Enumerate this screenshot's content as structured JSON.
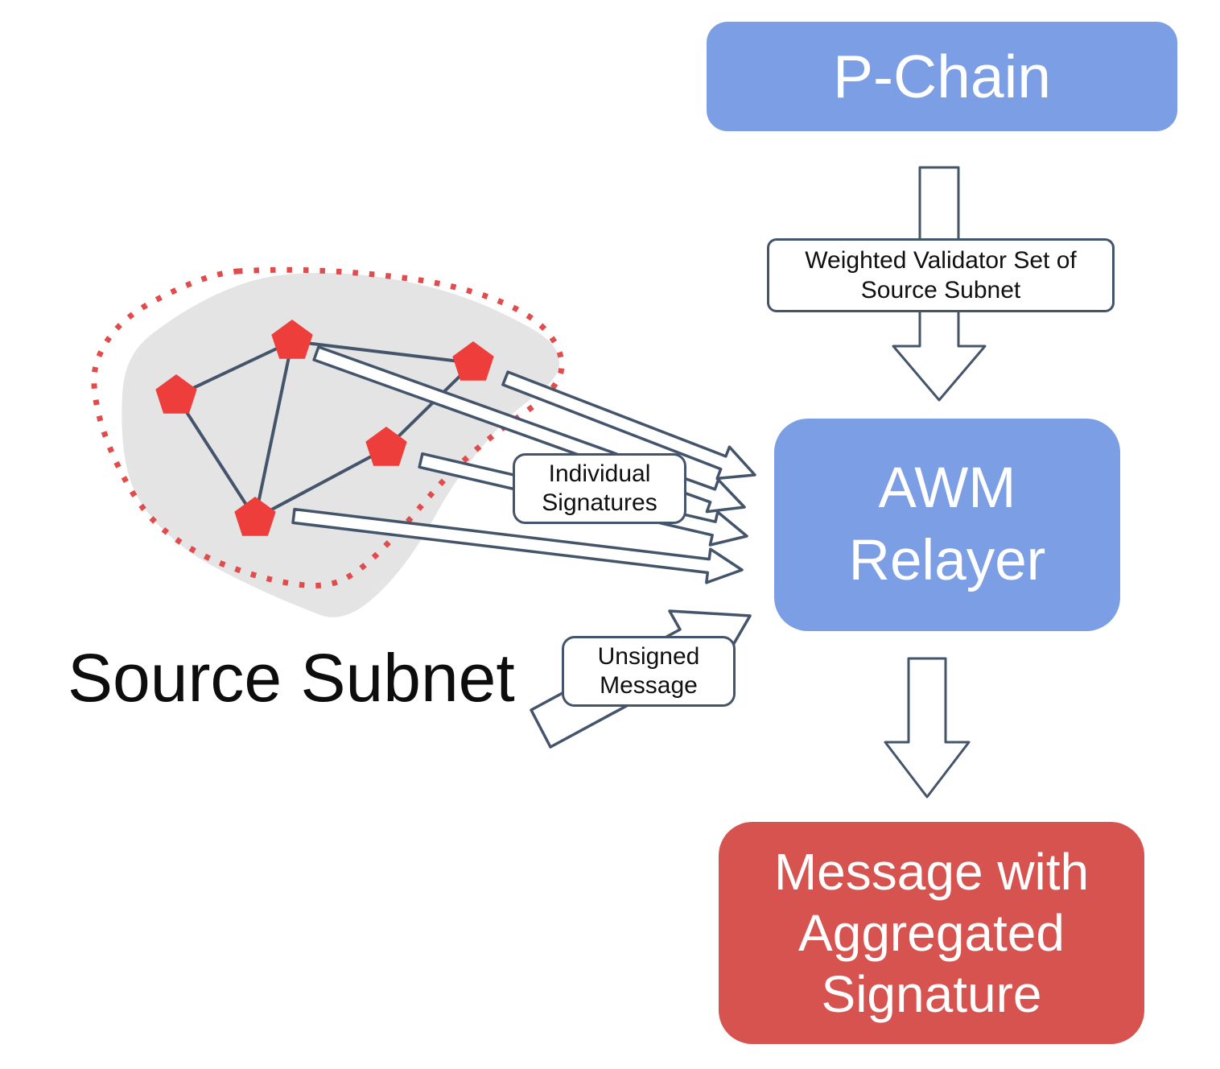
{
  "colors": {
    "blue": "#7C9EE4",
    "box_red": "#D6534F",
    "node_red": "#EE3E3C",
    "dots": "#E24B4B",
    "outline": "#44546A",
    "blob_gray": "#E4E4E4"
  },
  "p_chain": {
    "label": "P-Chain"
  },
  "validator_flow_label": {
    "line1": "Weighted Validator Set of",
    "line2": "Source Subnet"
  },
  "awm_relayer": {
    "line1": "AWM",
    "line2": "Relayer"
  },
  "message_box": {
    "line1": "Message with",
    "line2": "Aggregated",
    "line3": "Signature"
  },
  "individual_signatures": {
    "line1": "Individual",
    "line2": "Signatures"
  },
  "unsigned_message": {
    "line1": "Unsigned",
    "line2": "Message"
  },
  "source_subnet": {
    "label": "Source Subnet"
  }
}
